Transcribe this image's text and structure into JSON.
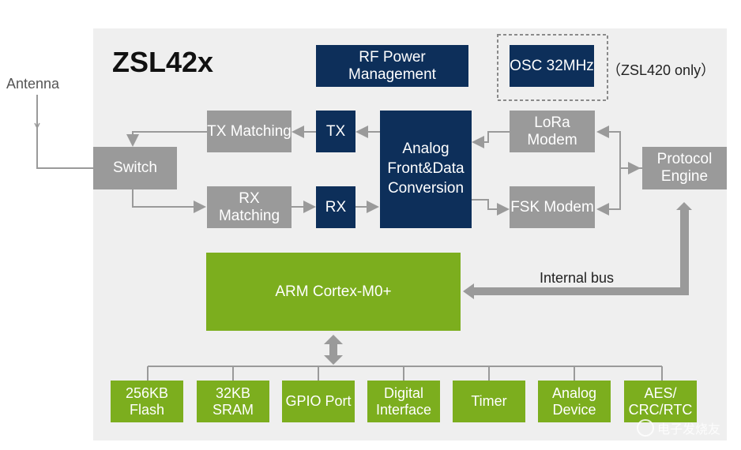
{
  "title": "ZSL42x",
  "antenna_label": "Antenna",
  "note": "（ZSL420 only）",
  "blocks": {
    "rf_power": "RF Power Management",
    "osc": "OSC 32MHz",
    "tx_matching": "TX Matching",
    "rx_matching": "RX Matching",
    "switch": "Switch",
    "tx": "TX",
    "rx": "RX",
    "analog_front": "Analog Front&Data Conversion",
    "lora": "LoRa Modem",
    "fsk": "FSK Modem",
    "protocol": "Protocol Engine",
    "cpu": "ARM Cortex-M0+",
    "bus_label": "Internal bus"
  },
  "peripherals": [
    {
      "label": "256KB Flash"
    },
    {
      "label": "32KB SRAM"
    },
    {
      "label": "GPIO Port"
    },
    {
      "label": "Digital Interface"
    },
    {
      "label": "Timer"
    },
    {
      "label": "Analog Device"
    },
    {
      "label": "AES/ CRC/RTC"
    }
  ],
  "watermark": "电子发烧友",
  "colors": {
    "gray_block": "#9a9a9a",
    "navy_block": "#0d2f5a",
    "green_block": "#7cae1e",
    "panel": "#efefef",
    "wire": "#9a9a9a"
  }
}
